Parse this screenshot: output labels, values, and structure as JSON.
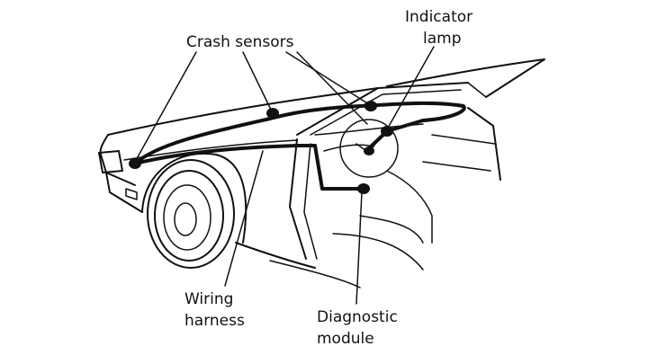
{
  "labels": {
    "crash_sensors": "Crash sensors",
    "indicator_line1": "Indicator",
    "indicator_line2": "lamp",
    "wiring_line1": "Wiring",
    "wiring_line2": "harness",
    "diagnostic_line1": "Diagnostic",
    "diagnostic_line2": "module"
  },
  "colors": {
    "ink": "#111111",
    "background": "#ffffff"
  }
}
